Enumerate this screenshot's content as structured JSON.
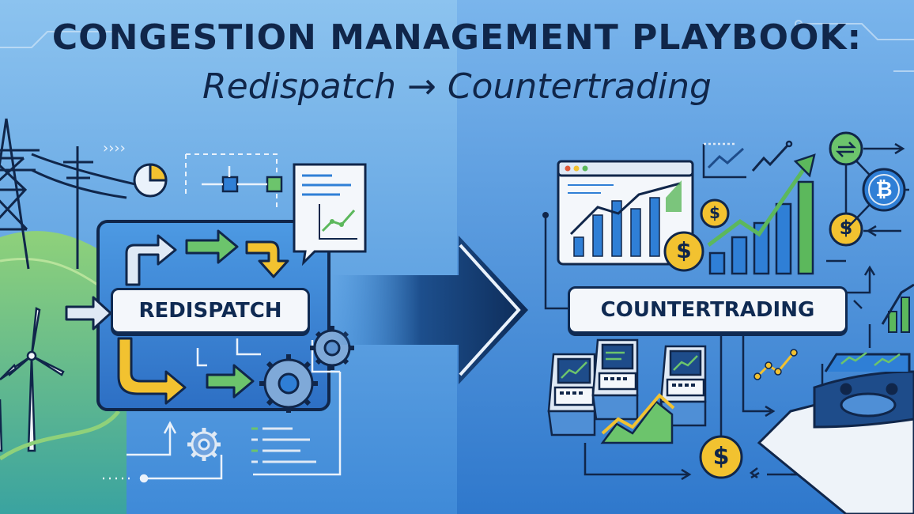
{
  "header": {
    "title": "CONGESTION MANAGEMENT PLAYBOOK:",
    "subtitle": "Redispatch → Countertrading"
  },
  "labels": {
    "redispatch": "REDISPATCH",
    "countertrading": "COUNTERTRADING"
  },
  "coins": {
    "dollar": "$",
    "bitcoin": "₿"
  },
  "colors": {
    "background_left": "#4f9be0",
    "background_right": "#3b86d6",
    "navy": "#0f2a52",
    "green_accent": "#5cb85c",
    "yellow_accent": "#f2c230",
    "panel_blue": "#2f7fd6"
  },
  "icons": [
    "transmission-tower",
    "wind-turbine",
    "gear",
    "pie-chart",
    "big-arrow",
    "trading-terminal",
    "line-chart",
    "dollar-coin",
    "bitcoin-coin",
    "control-room"
  ]
}
